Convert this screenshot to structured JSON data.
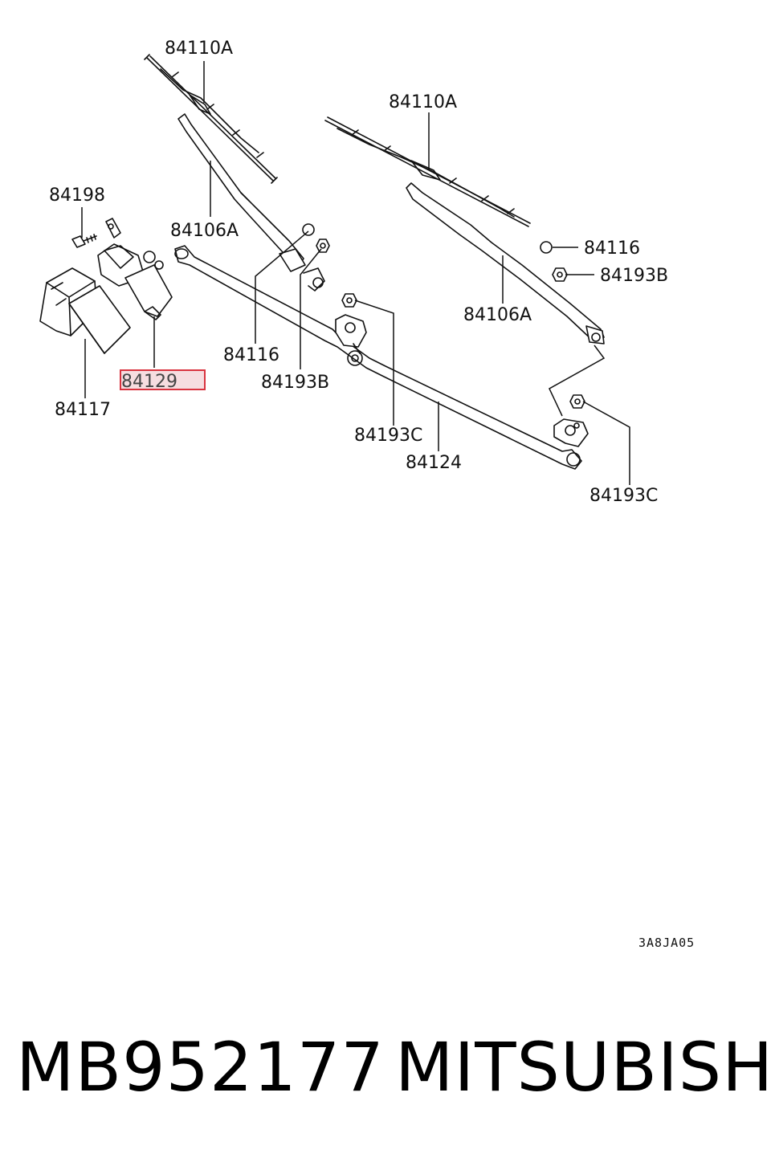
{
  "diagram": {
    "labels": {
      "blade_left": "84110A",
      "blade_right": "84110A",
      "arm_left": "84106A",
      "arm_right": "84106A",
      "motor_screw": "84198",
      "cap_left": "84116",
      "cap_right": "84116",
      "nut_b_left": "84193B",
      "nut_b_right": "84193B",
      "nut_c_mid": "84193C",
      "nut_c_right": "84193C",
      "linkage": "84124",
      "motor_cover": "84117",
      "motor": "84129"
    },
    "highlight": {
      "part": "84129",
      "color": "#d9333f"
    },
    "code": "3A8JA05"
  },
  "footer": {
    "part_number": "MB952177",
    "brand": "MITSUBISHI"
  }
}
